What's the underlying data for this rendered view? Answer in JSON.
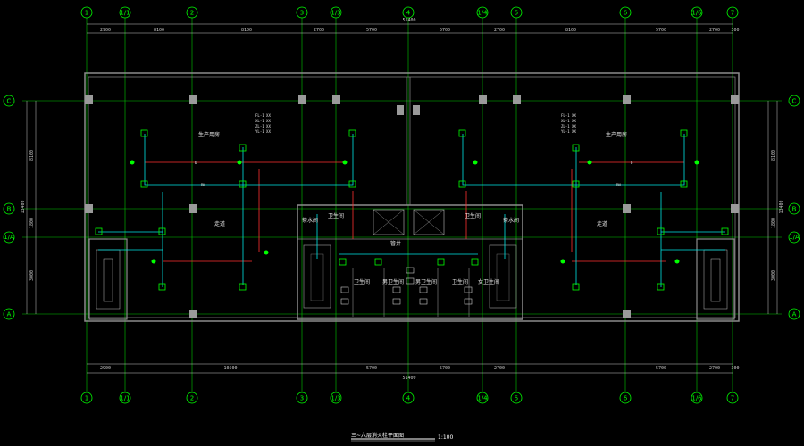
{
  "drawing": {
    "title": "三~六层消火栓平面图",
    "scale": "1:100",
    "colors": {
      "background": "#000000",
      "grid": "#00ff00",
      "wall": "#8c8c8c",
      "dimension": "#c9c9c9",
      "pipe_supply": "#00e5e5",
      "pipe_return": "#ff3030",
      "fixture": "#00ff00",
      "room_text": "#e6e6e6"
    }
  },
  "axes": {
    "top_columns": [
      "1",
      "1/1",
      "2",
      "3",
      "1/3",
      "4",
      "1/4",
      "5",
      "6",
      "1/6",
      "7"
    ],
    "bottom_columns": [
      "1",
      "1/1",
      "2",
      "3",
      "1/3",
      "4",
      "1/4",
      "5",
      "6",
      "1/6",
      "7"
    ],
    "left_rows": [
      "C",
      "B",
      "1/A",
      "A"
    ],
    "right_rows": [
      "C",
      "B",
      "1/A",
      "A"
    ]
  },
  "dimensions": {
    "top_total": "51400",
    "top_segments": [
      "2900",
      "8100",
      "8100",
      "2700",
      "5700",
      "5700",
      "2700",
      "8100",
      "5700",
      "2700",
      "300"
    ],
    "bottom_total": "51400",
    "bottom_segments": [
      "2900",
      "10500",
      "5700",
      "5700",
      "2700",
      "5700",
      "2700",
      "300"
    ],
    "left_total": "13400",
    "left_segments": [
      "8100",
      "1800",
      "3000"
    ],
    "right_total": "13400",
    "right_segments": [
      "8100",
      "1800",
      "3000"
    ]
  },
  "rooms": {
    "production_left": "生产用房",
    "production_right": "生产用房",
    "corridor": "走道",
    "corridor_right": "走道",
    "water_room_left": "茶水间",
    "water_room_right": "茶水间",
    "washroom_1": "卫生间",
    "washroom_2": "卫生间",
    "shower_left": "卫生间",
    "shower_right": "卫生间",
    "toilet_left": "男卫生间",
    "toilet_mid": "男卫生间",
    "toilet_right": "女卫生间",
    "pipe_shaft": "管井"
  },
  "legend_left": [
    "FL-1 XX",
    "XL-1 XX",
    "ZL-1 XX",
    "YL-1 XX"
  ],
  "legend_right": [
    "FL-1 XX",
    "XL-1 XX",
    "ZL-1 XX",
    "YL-1 XX"
  ],
  "pipe_labels": {
    "dn_left": "DN",
    "dn_right": "DN",
    "b_left": "b",
    "b_right": "b"
  }
}
